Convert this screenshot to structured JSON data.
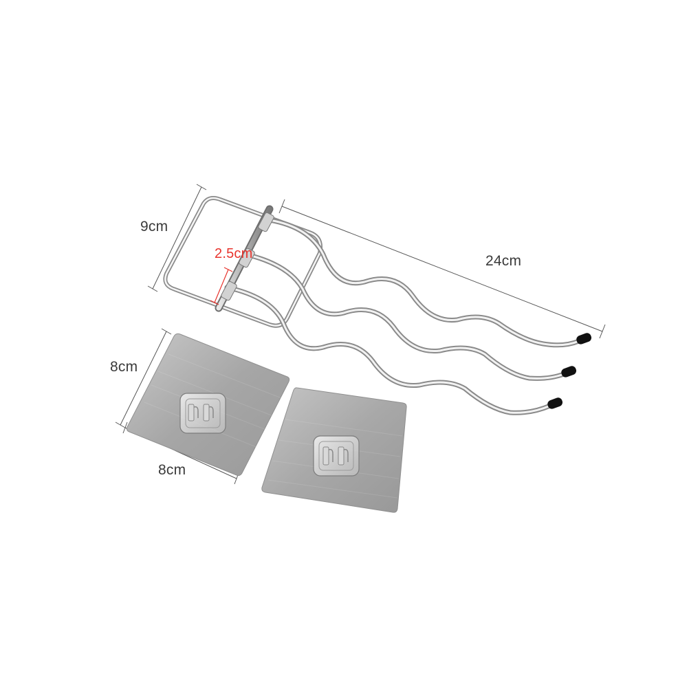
{
  "dimensions": {
    "length": "24cm",
    "height": "9cm",
    "spacing": "2.5cm",
    "pad_height": "8cm",
    "pad_width": "8cm"
  },
  "colors": {
    "background": "#ffffff",
    "steel_light": "#f2f2f2",
    "steel_dark": "#8a8a8a",
    "pad": "#a9a9a9",
    "dimension_line": "#555555",
    "spacing_mark": "#e8332c",
    "tip": "#111111"
  },
  "icons": {
    "hanger": "chrome-wave-hanger-icon",
    "pad": "adhesive-pad-icon",
    "hook": "transparent-hook-icon"
  }
}
